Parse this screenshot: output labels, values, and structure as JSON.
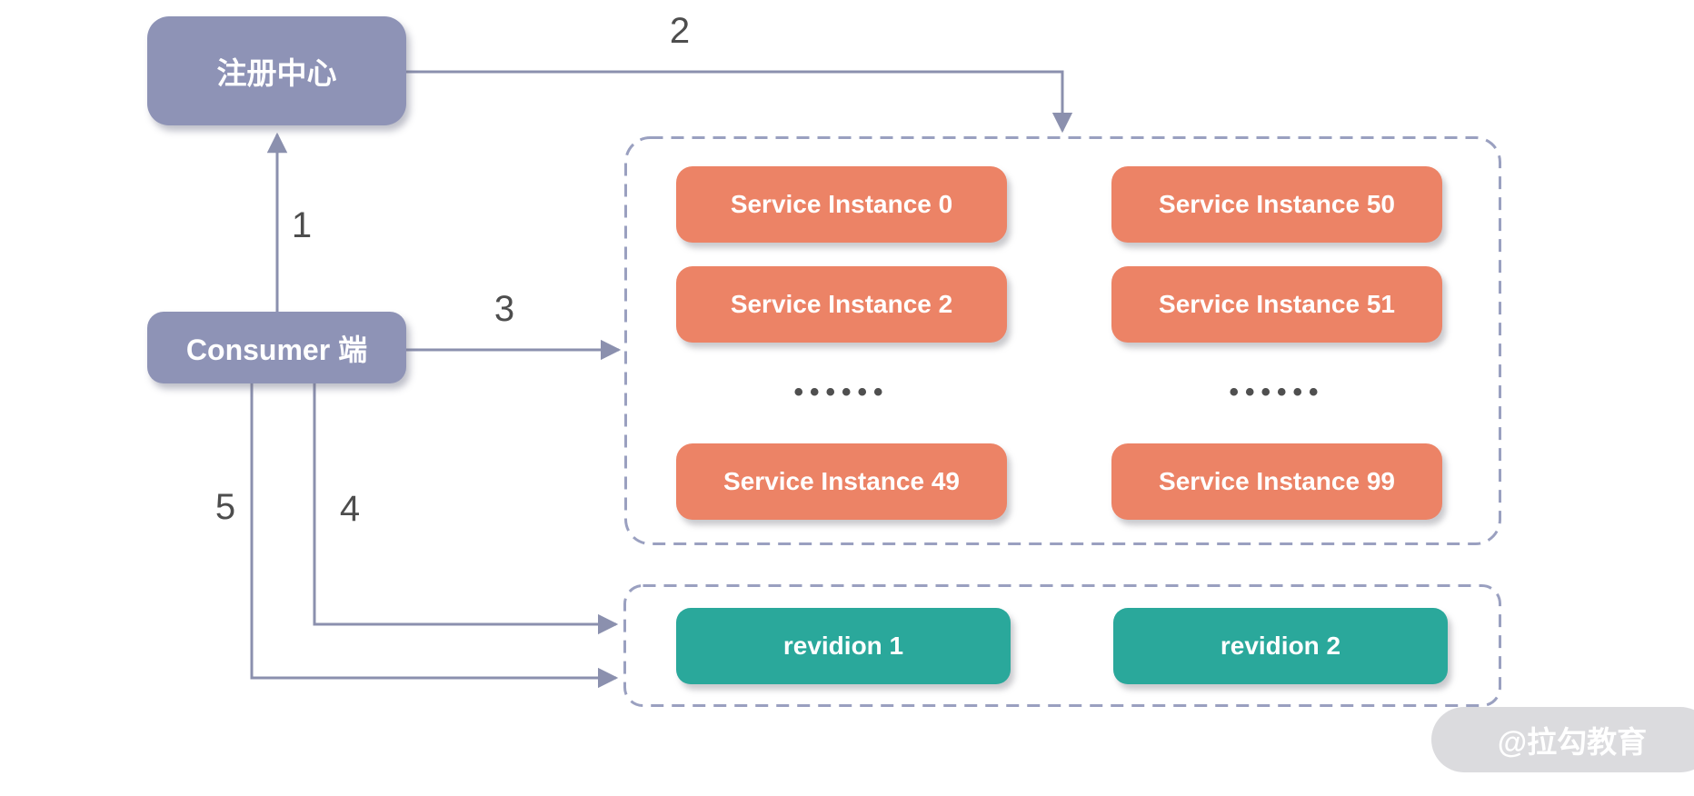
{
  "diagram": {
    "nodes": {
      "registry": {
        "label": "注册中心"
      },
      "consumer": {
        "label": "Consumer 端"
      }
    },
    "service_cluster": {
      "left_column": [
        "Service Instance 0",
        "Service Instance 2",
        "Service Instance 49"
      ],
      "right_column": [
        "Service Instance 50",
        "Service Instance 51",
        "Service Instance 99"
      ],
      "ellipsis": "••••••"
    },
    "revision_group": {
      "items": [
        "revidion 1",
        "revidion 2"
      ]
    },
    "arrow_labels": {
      "a1": "1",
      "a2": "2",
      "a3": "3",
      "a4": "4",
      "a5": "5"
    },
    "watermark": "@拉勾教育",
    "colors": {
      "node_fill": "#8e93b6",
      "service_fill": "#ec8366",
      "revision_fill": "#2aa89b",
      "arrow": "#8b90ae",
      "dashed_border": "#9aa0c0",
      "number_text": "#4d4d4d",
      "watermark_bg": "#dbdbde"
    }
  }
}
